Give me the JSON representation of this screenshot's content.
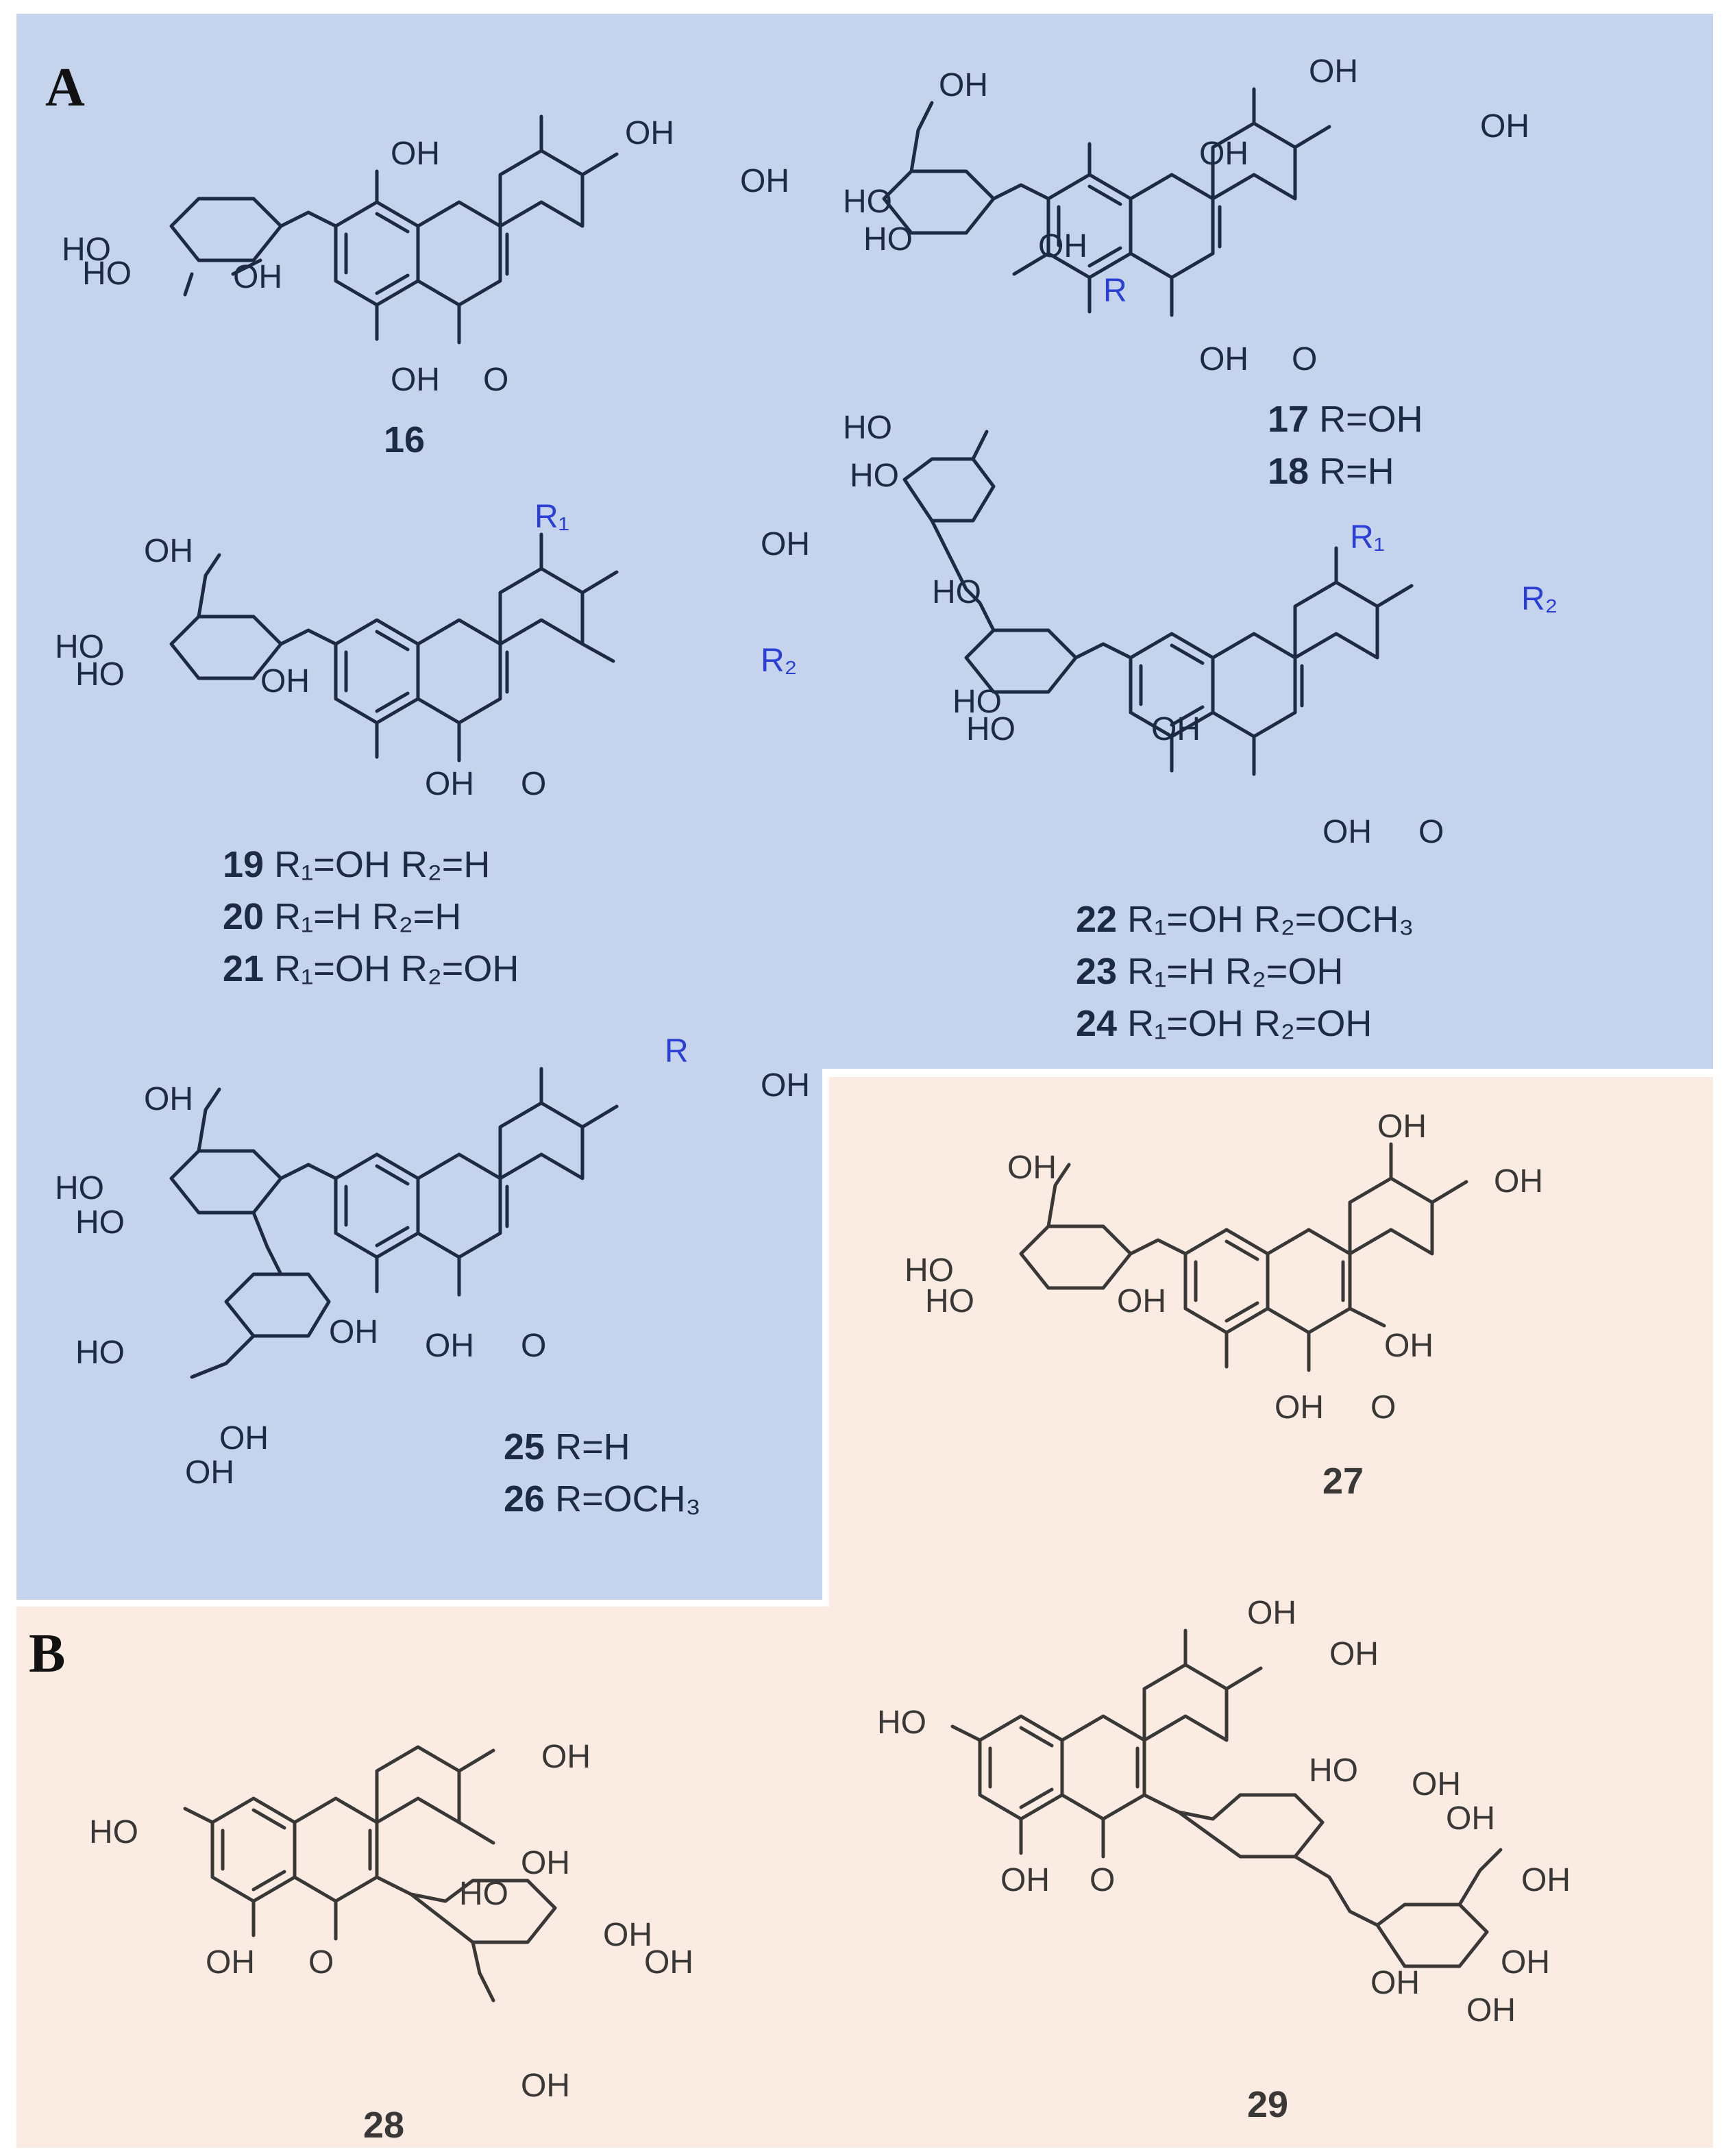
{
  "colors": {
    "panel_a_background": "#c5d3ec",
    "panel_b_background": "#fbece3",
    "panel_a_ink": "#1d2a44",
    "panel_b_ink": "#3a3836",
    "substituent_blue": "#2b3fd6"
  },
  "panels": [
    {
      "id": "panel-a",
      "letter": "A"
    },
    {
      "id": "panel-b",
      "letter": "B"
    }
  ],
  "compounds": [
    {
      "id": "compound-16",
      "panel": "A",
      "caption": [
        {
          "num": "16",
          "desc": ""
        }
      ],
      "labels": {
        "oh_a": "OH",
        "oh_b": "OH",
        "oh_c": "OH",
        "oh_d": "OH",
        "ho_a": "HO",
        "ho_b": "HO",
        "oh_e": "OH",
        "o_keto": "O"
      }
    },
    {
      "id": "compound-17-18",
      "panel": "A",
      "caption": [
        {
          "num": "17",
          "desc": " R=OH"
        },
        {
          "num": "18",
          "desc": " R=H"
        }
      ],
      "labels": {
        "oh_a": "OH",
        "oh_b": "OH",
        "oh_c": "OH",
        "oh_sugar": "OH",
        "ho_a": "HO",
        "ho_b": "HO",
        "oh_d": "OH",
        "oh_e": "OH",
        "o_keto": "O",
        "r": "R"
      }
    },
    {
      "id": "compound-19-21",
      "panel": "A",
      "caption": [
        {
          "num": "19",
          "desc": " R₁=OH R₂=H"
        },
        {
          "num": "20",
          "desc": " R₁=H R₂=H"
        },
        {
          "num": "21",
          "desc": " R₁=OH R₂=OH"
        }
      ],
      "labels": {
        "r1": "R₁",
        "r2": "R₂",
        "oh_a": "OH",
        "oh_sugar": "OH",
        "ho_a": "HO",
        "ho_b": "HO",
        "oh_c": "OH",
        "oh_d": "OH",
        "o_keto": "O"
      }
    },
    {
      "id": "compound-22-24",
      "panel": "A",
      "caption": [
        {
          "num": "22",
          "desc": " R₁=OH R₂=OCH₃"
        },
        {
          "num": "23",
          "desc": " R₁=H     R₂=OH"
        },
        {
          "num": "24",
          "desc": " R₁=OH R₂=OH"
        }
      ],
      "labels": {
        "r1": "R₁",
        "r2": "R₂",
        "ho_rha_a": "HO",
        "ho_rha_b": "HO",
        "ho_rha_c": "HO",
        "ho_a": "HO",
        "ho_b": "HO",
        "oh_a": "OH",
        "oh_b": "OH",
        "o_keto": "O"
      }
    },
    {
      "id": "compound-25-26",
      "panel": "A",
      "caption": [
        {
          "num": "25",
          "desc": " R=H"
        },
        {
          "num": "26",
          "desc": " R=OCH₃"
        }
      ],
      "labels": {
        "r": "R",
        "oh_a": "OH",
        "oh_sugar": "OH",
        "ho_a": "HO",
        "ho_b": "HO",
        "oh_b": "OH",
        "ho_c": "HO",
        "oh_c": "OH",
        "oh_d": "OH",
        "oh_e": "OH",
        "o_keto": "O"
      }
    },
    {
      "id": "compound-27",
      "panel": "B",
      "caption": [
        {
          "num": "27",
          "desc": ""
        }
      ],
      "labels": {
        "oh_a": "OH",
        "oh_b": "OH",
        "oh_sugar": "OH",
        "ho_a": "HO",
        "ho_b": "HO",
        "oh_c": "OH",
        "oh_d": "OH",
        "oh_e": "OH",
        "o_keto": "O"
      }
    },
    {
      "id": "compound-28",
      "panel": "B",
      "caption": [
        {
          "num": "28",
          "desc": ""
        }
      ],
      "labels": {
        "oh_a": "OH",
        "oh_b": "OH",
        "ho_a": "HO",
        "oh_c": "OH",
        "o_keto": "O",
        "ho_b": "HO",
        "oh_d": "OH",
        "oh_e": "OH",
        "oh_f": "OH"
      }
    },
    {
      "id": "compound-29",
      "panel": "B",
      "caption": [
        {
          "num": "29",
          "desc": ""
        }
      ],
      "labels": {
        "oh_a": "OH",
        "oh_b": "OH",
        "ho_a": "HO",
        "oh_c": "OH",
        "o_keto": "O",
        "ho_b": "HO",
        "oh_d": "OH",
        "oh_e": "OH",
        "oh_f": "OH",
        "oh_g": "OH",
        "oh_h": "OH",
        "oh_i": "OH"
      }
    }
  ]
}
